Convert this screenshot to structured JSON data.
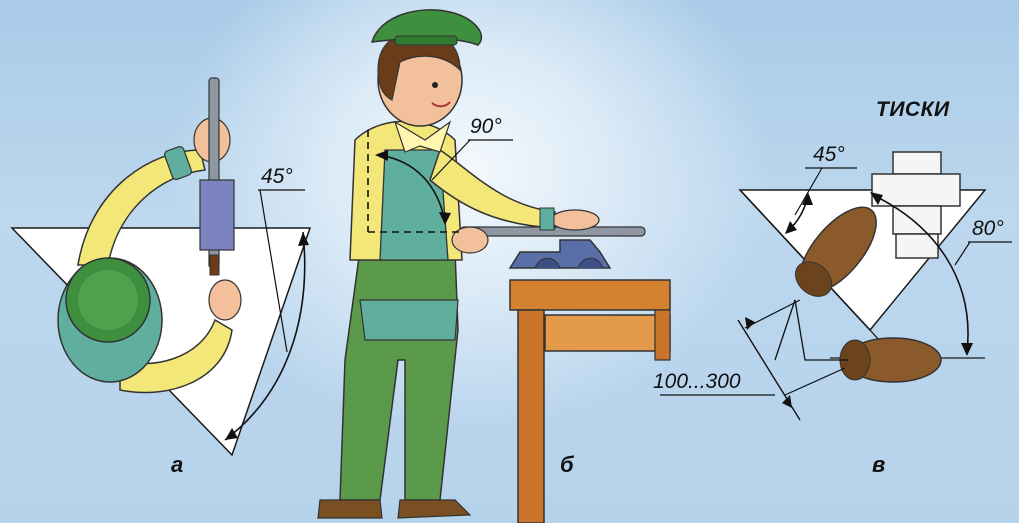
{
  "labels": {
    "angle_a": "45°",
    "angle_b": "90°",
    "angle_c_front": "45°",
    "angle_c_feet": "80°",
    "vise": "ТИСКИ",
    "feet_distance": "100...300",
    "panel_a": "а",
    "panel_b": "б",
    "panel_c": "в"
  },
  "colors": {
    "background": "#b6d3ec",
    "shirt": "#f3e77a",
    "overalls": "#5a9a4a",
    "apron": "#5fae9e",
    "cap": "#3e8f3e",
    "skin": "#f2c19b",
    "hair": "#6b3c1a",
    "bench": "#d4822f",
    "shoe": "#7a4f22",
    "vise": "#5a6fa8",
    "file": "#8f97a3"
  }
}
